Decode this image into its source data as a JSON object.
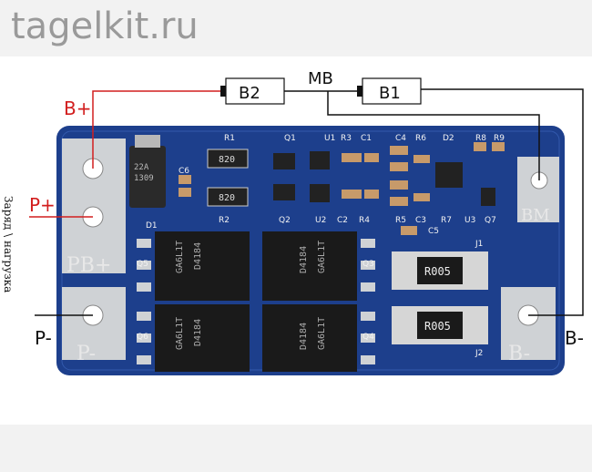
{
  "site": {
    "title": "tagelkit.ru"
  },
  "side_label": "Заряд \\ нагрузка",
  "terminals": {
    "b_plus": "B+",
    "p_plus": "P+",
    "p_minus": "P-",
    "b_minus": "B-",
    "mb": "MB",
    "b1": "B1",
    "b2": "B2"
  },
  "board": {
    "pad_labels": {
      "pbplus": "PB+",
      "pminus": "P-",
      "bminus": "B-",
      "bm": "BM"
    },
    "designators": [
      "R1",
      "Q1",
      "U1",
      "R3",
      "C1",
      "C4",
      "R6",
      "D2",
      "R8",
      "R9",
      "C6",
      "R2",
      "Q2",
      "U2",
      "C2",
      "R4",
      "R5",
      "C3",
      "R7",
      "U3",
      "Q7",
      "D1",
      "C5",
      "J1",
      "J2",
      "Q5",
      "Q6",
      "Q3",
      "Q4"
    ],
    "marks": {
      "r820": "820",
      "inductor": "22A\n1309",
      "shunt": "R005",
      "mosfet_a": "D4184",
      "mosfet_b": "GA6L1T"
    }
  },
  "colors": {
    "board": "#1d3f8c",
    "pad": "#c9cccf",
    "wire_red": "#d21e1e",
    "wire_black": "#111111"
  }
}
